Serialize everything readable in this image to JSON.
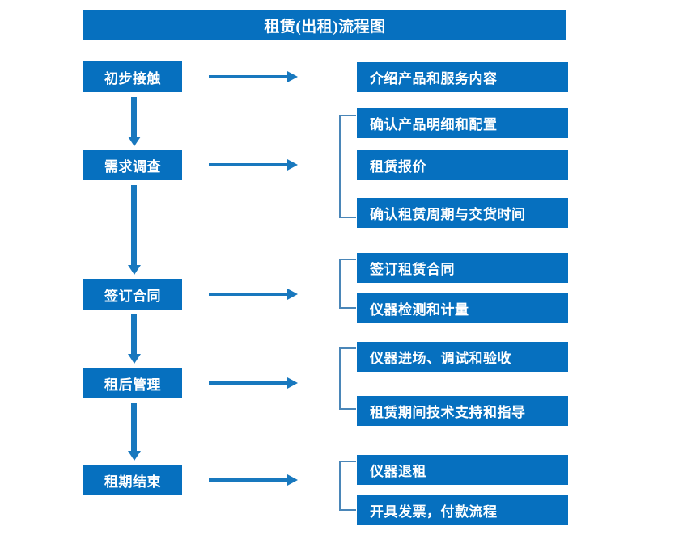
{
  "title": "租赁(出租)流程图",
  "colors": {
    "box_blue": "#0670bf",
    "arrow_blue": "#1878be",
    "bracket_blue": "#4a86b8",
    "text_white": "#ffffff",
    "background": "#ffffff"
  },
  "stages": [
    {
      "label": "初步接触"
    },
    {
      "label": "需求调查"
    },
    {
      "label": "签订合同"
    },
    {
      "label": "租后管理"
    },
    {
      "label": "租期结束"
    }
  ],
  "tasks": [
    {
      "label": "介绍产品和服务内容"
    },
    {
      "label": "确认产品明细和配置"
    },
    {
      "label": "租赁报价"
    },
    {
      "label": "确认租赁周期与交货时间"
    },
    {
      "label": "签订租赁合同"
    },
    {
      "label": "仪器检测和计量"
    },
    {
      "label": "仪器进场、调试和验收"
    },
    {
      "label": "租赁期间技术支持和指导"
    },
    {
      "label": "仪器退租"
    },
    {
      "label": "开具发票，付款流程"
    }
  ]
}
